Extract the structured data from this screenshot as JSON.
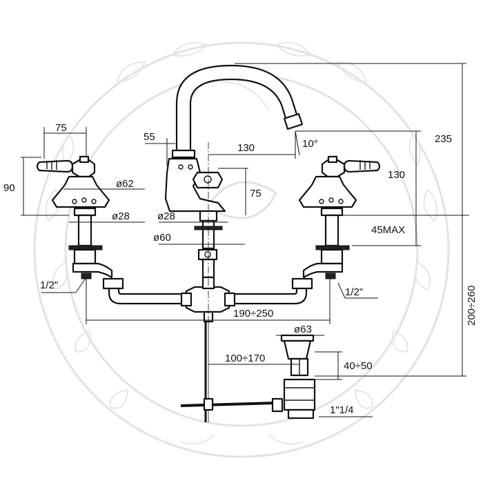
{
  "dimensions": {
    "handle_width": "75",
    "handle_height": "90",
    "valve_body_diameter": "ø62",
    "valve_stem_diameter": "ø28",
    "thread_left": "1/2\"",
    "thread_right": "1/2\"",
    "spout_offset": "55",
    "spout_reach": "130",
    "spout_angle": "10°",
    "spout_base_height": "75",
    "spout_stem_diameter": "ø28",
    "spout_base_diameter": "ø60",
    "handle_total_height": "130",
    "max_deck_thickness": "45MAX",
    "overall_height": "235",
    "below_deck_height": "200÷260",
    "center_spacing": "190÷250",
    "waste_diameter": "ø63",
    "waste_distance": "100÷170",
    "waste_height": "40÷50",
    "waste_thread": "1\"1/4"
  }
}
